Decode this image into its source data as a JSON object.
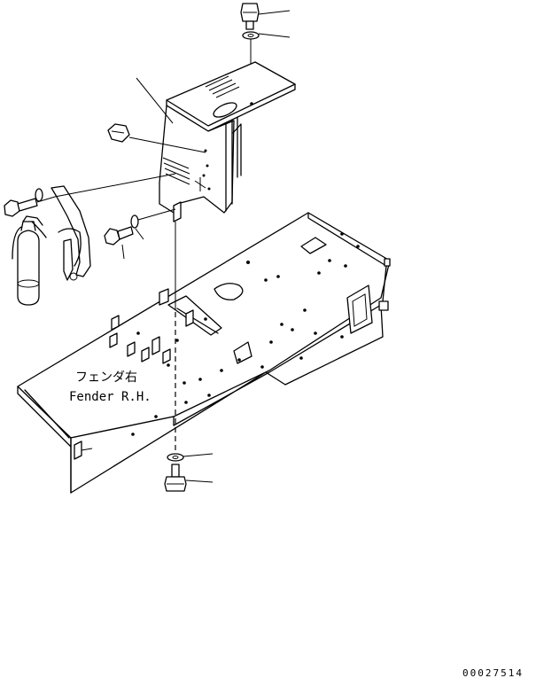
{
  "labels": {
    "fender_jp": "フェンダ右",
    "fender_en": "Fender R.H.",
    "drawing_number": "00027514"
  }
}
